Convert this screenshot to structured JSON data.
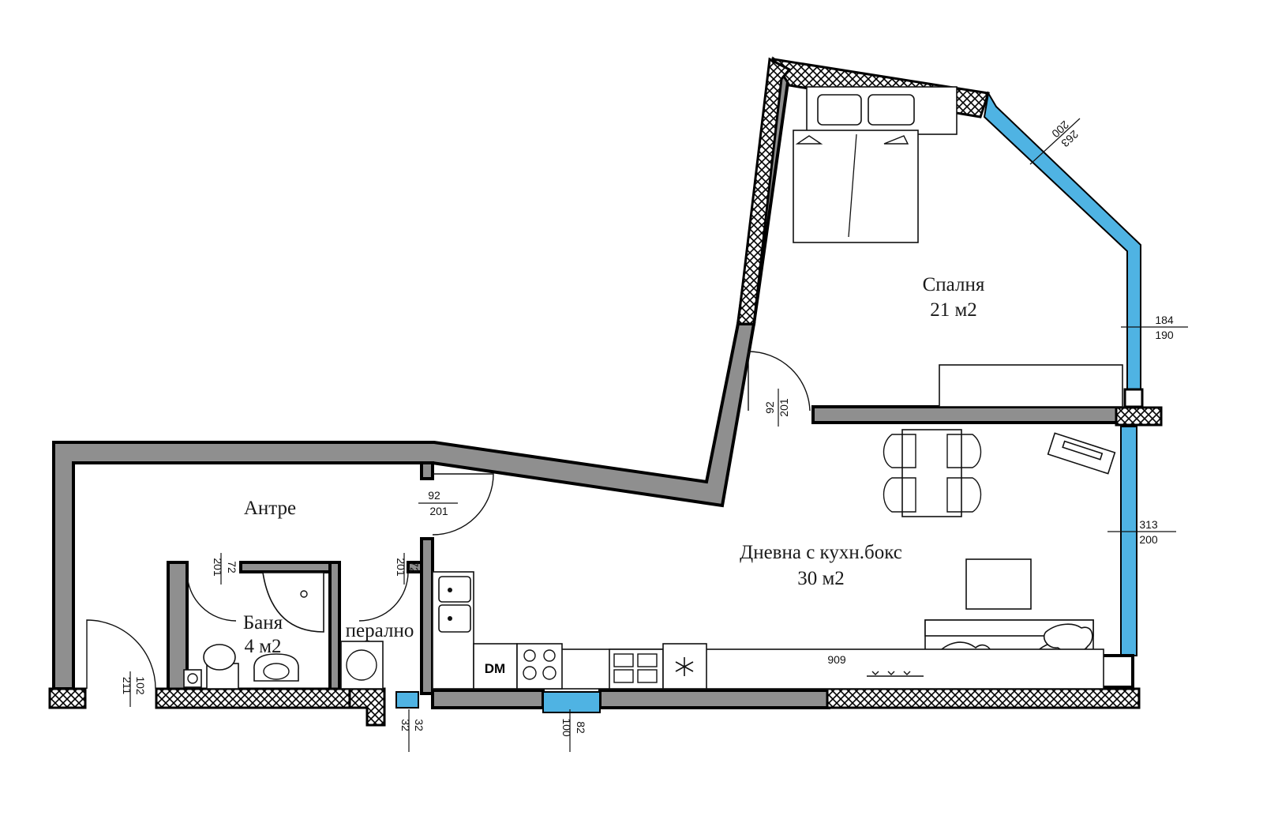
{
  "rooms": {
    "bedroom": {
      "name": "Спалня",
      "area": "21 м2"
    },
    "living": {
      "name": "Дневна с кухн.бокс",
      "area": "30 м2"
    },
    "hall": {
      "name": "Антре"
    },
    "bath": {
      "name": "Баня",
      "area": "4 м2"
    },
    "laundry": {
      "name": "перално"
    }
  },
  "dimensions": {
    "bedroom_window_a": "200",
    "bedroom_window_b": "263",
    "bedroom_window_c_top": "184",
    "bedroom_window_c_bottom": "190",
    "bedroom_door_width": "92",
    "bedroom_door_height": "201",
    "living_window_top": "313",
    "living_window_bottom": "200",
    "hall_door_width": "92",
    "hall_door_height": "201",
    "bath_door_width": "72",
    "bath_door_height": "201",
    "laundry_door_width": "72",
    "laundry_door_height": "201",
    "entry_door_width": "102",
    "entry_door_height": "211",
    "small_window_a": "32",
    "small_window_b": "32",
    "kitchen_window_a": "82",
    "kitchen_window_b": "100",
    "kitchen_counter_length": "909"
  },
  "appliances": {
    "dishwasher_label": "DM"
  },
  "colors": {
    "wall": "#8f8f8f",
    "glass": "#4fb3e3",
    "outline": "#000000"
  }
}
